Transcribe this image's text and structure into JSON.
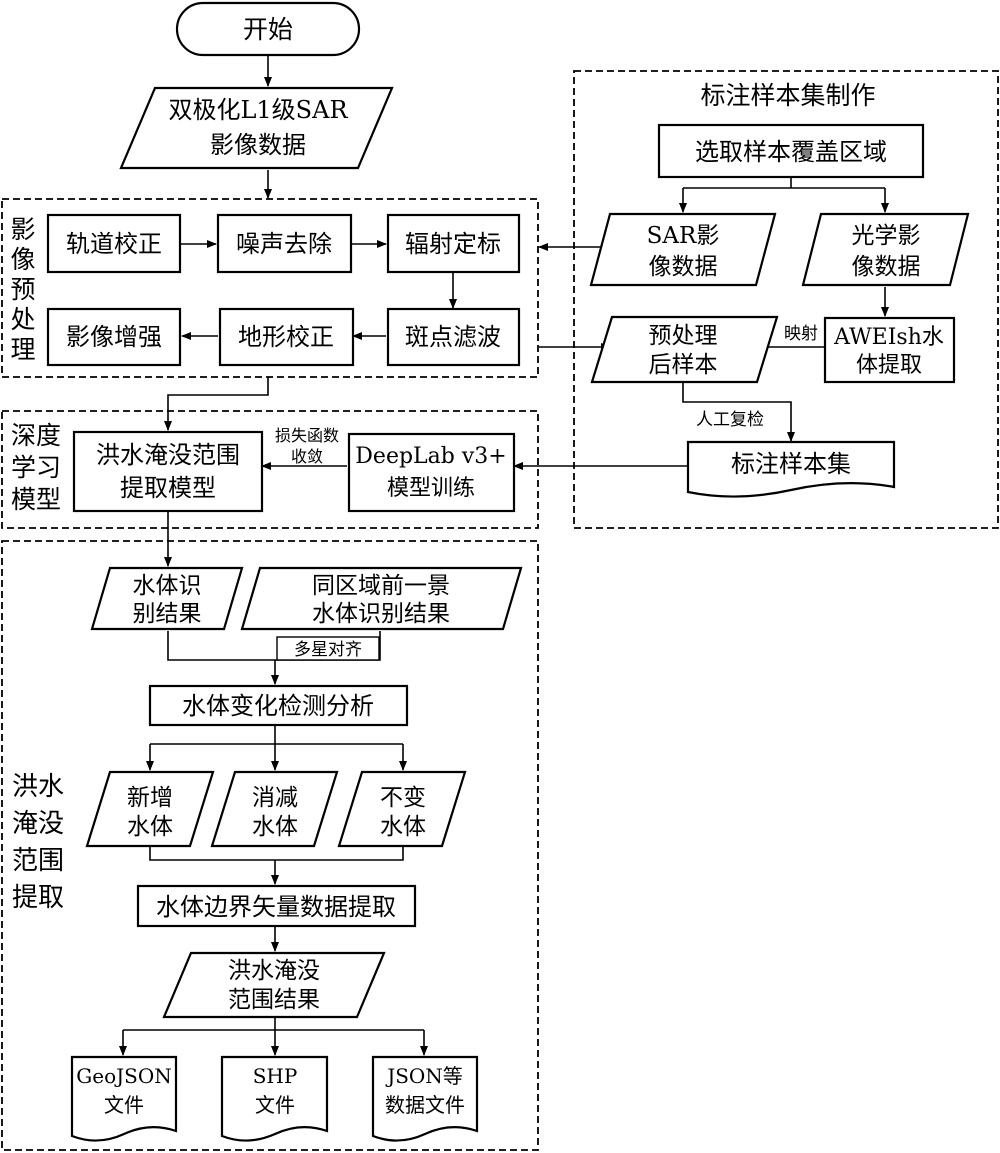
{
  "start": "开始",
  "input_data": [
    "双极化L1级SAR",
    "影像数据"
  ],
  "groups": {
    "preprocess": [
      "影",
      "像",
      "预",
      "处",
      "理"
    ],
    "deep_learning": [
      "深度",
      "学习",
      "模型"
    ],
    "flood_extract": [
      "洪水",
      "淹没",
      "范围",
      "提取"
    ],
    "sample_set": "标注样本集制作"
  },
  "steps": {
    "orbit": "轨道校正",
    "noise": "噪声去除",
    "radiometric": "辐射定标",
    "enhance": "影像增强",
    "terrain": "地形校正",
    "speckle": "斑点滤波",
    "select_area": "选取样本覆盖区域",
    "sar_data": [
      "SAR影",
      "像数据"
    ],
    "optical_data": [
      "光学影",
      "像数据"
    ],
    "processed_samples": [
      "预处理",
      "后样本"
    ],
    "aweish": [
      "AWEIsh水",
      "体提取"
    ],
    "labeled_set": "标注样本集",
    "flood_model": [
      "洪水淹没范围",
      "提取模型"
    ],
    "deeplab": [
      "DeepLab v3+",
      "模型训练"
    ],
    "water_result": [
      "水体识",
      "别结果"
    ],
    "prev_result": [
      "同区域前一景",
      "水体识别结果"
    ],
    "change_detect": "水体变化检测分析",
    "new_water": [
      "新增",
      "水体"
    ],
    "reduced_water": [
      "消减",
      "水体"
    ],
    "unchanged_water": [
      "不变",
      "水体"
    ],
    "boundary": "水体边界矢量数据提取",
    "flood_result": [
      "洪水淹没",
      "范围结果"
    ]
  },
  "outputs": [
    [
      "GeoJSON",
      "文件"
    ],
    [
      "SHP",
      "文件"
    ],
    [
      "JSON等",
      "数据文件"
    ]
  ],
  "edge_labels": {
    "mapping": "映射",
    "manual_check": "人工复检",
    "loss_converge": [
      "损失函数",
      "收敛"
    ],
    "multi_align": "多星对齐"
  }
}
